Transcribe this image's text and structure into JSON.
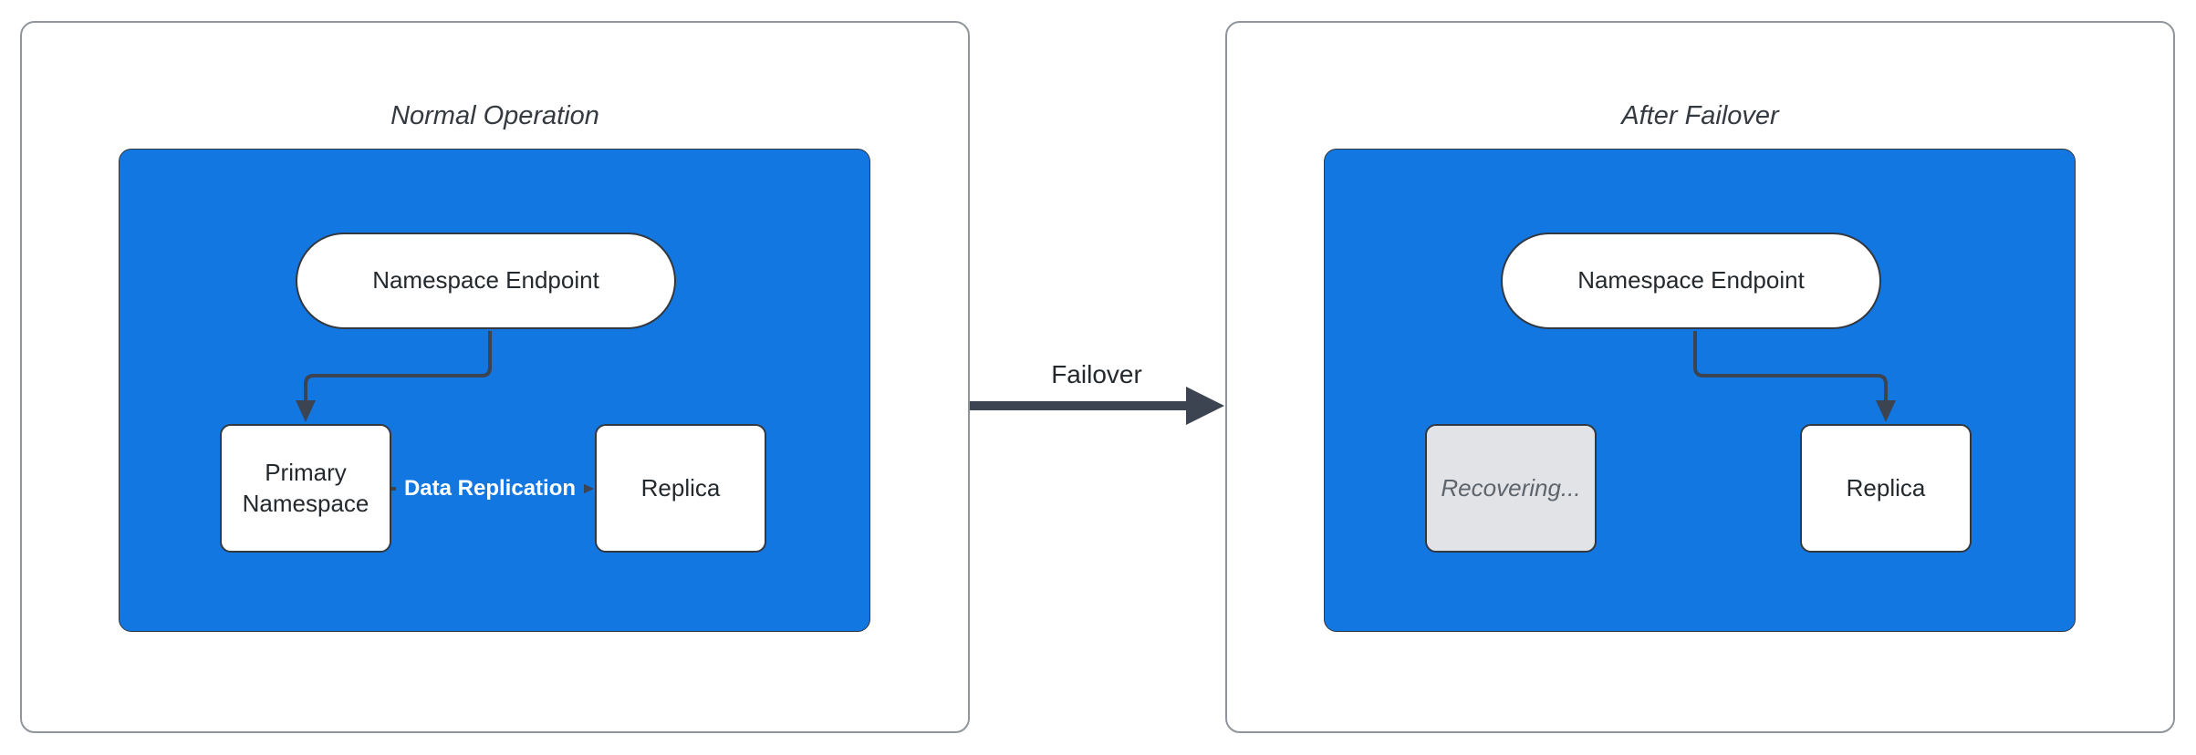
{
  "diagram": {
    "left_panel": {
      "title": "Normal Operation",
      "endpoint_label": "Namespace Endpoint",
      "primary_label": "Primary Namespace",
      "replica_label": "Replica",
      "replication_edge_label": "Data Replication"
    },
    "right_panel": {
      "title": "After Failover",
      "endpoint_label": "Namespace Endpoint",
      "recovering_label": "Recovering...",
      "replica_label": "Replica"
    },
    "failover_edge_label": "Failover",
    "colors": {
      "page_bg": "#ffffff",
      "cluster_fill": "#1377E2",
      "edge": "#3d4451",
      "node_border": "#32383f",
      "node_fill": "#ffffff",
      "node_text": "#24292e",
      "panel_border": "#8f959b",
      "title_text": "#343a40",
      "edge_label_text": "#ffffff",
      "recovering_fill": "#e2e3e6",
      "recovering_text": "#5d646c",
      "failover_text": "#24292e"
    }
  }
}
